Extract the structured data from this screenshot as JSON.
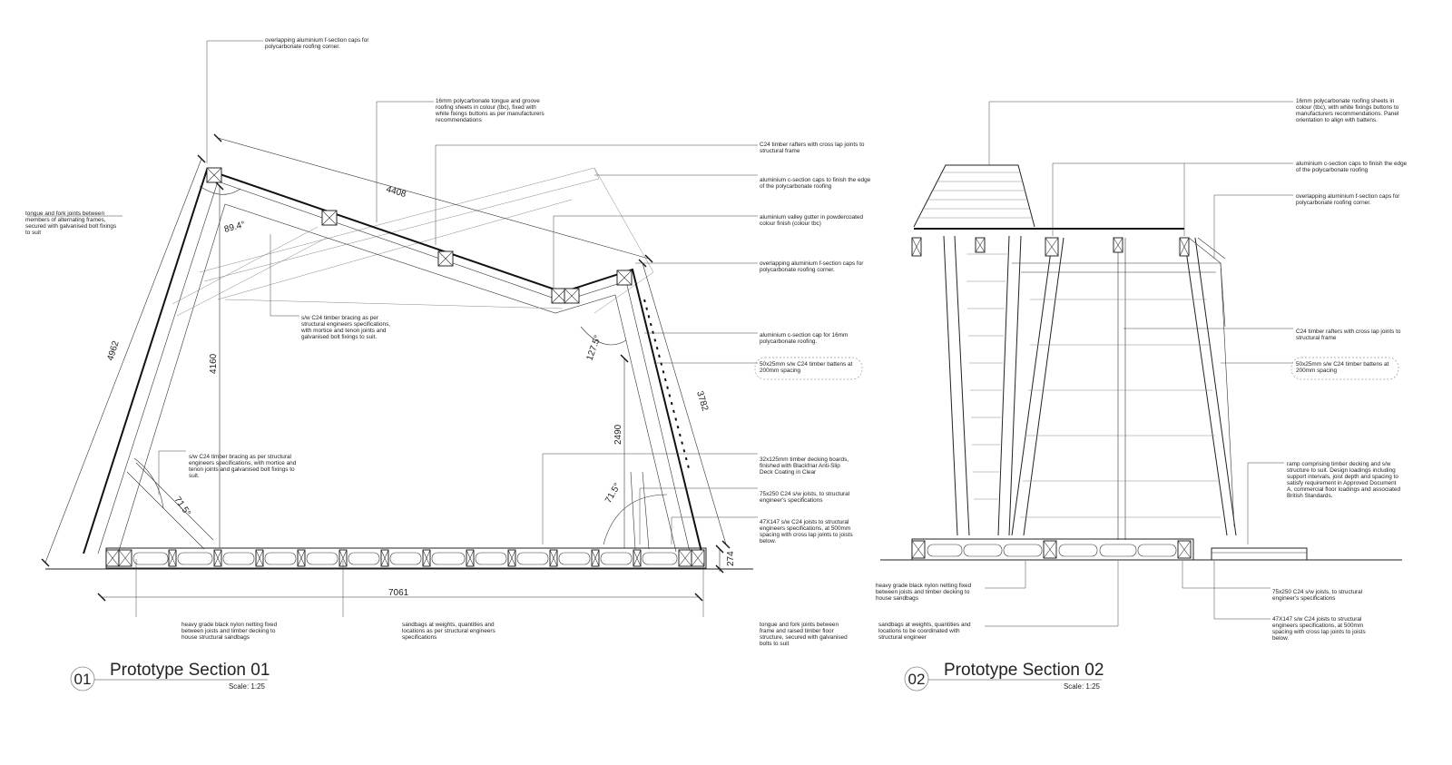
{
  "section1": {
    "number": "01",
    "title": "Prototype Section 01",
    "scale": "Scale: 1:25",
    "dimensions": {
      "top_span": "4408",
      "left_leg": "4962",
      "height_left": "4160",
      "height_right": "2490",
      "right_leg": "3782",
      "base": "7061",
      "floor": "274",
      "angle_top": "89.4°",
      "angle_valley": "127.5°",
      "angle_left": "71.5°",
      "angle_right": "71.5°"
    },
    "notes": {
      "top_caps": [
        "overlapping aluminium f-section caps for",
        "polycarbonate roofing corner."
      ],
      "roof_sheets": [
        "16mm polycarbonate tongue and groove",
        "roofing sheets in colour (tbc), fixed with",
        "white fixings buttons as per manufacturers",
        "recommendations"
      ],
      "rafters": [
        "C24 timber rafters with cross lap joints to",
        "structural frame"
      ],
      "c_caps": [
        "aluminium c-section caps to finish the edge",
        "of the polycarbonate roofing"
      ],
      "valley": [
        "aluminium valley gutter in powdercoated",
        "colour finish (colour tbc)"
      ],
      "f_caps_right": [
        "overlapping aluminium f-section caps for",
        "polycarbonate roofing corner."
      ],
      "c_cap_16": [
        "aluminium c-section cap for 16mm",
        "polycarbonate roofing."
      ],
      "battens": [
        "50x25mm s/w C24 timber battens at",
        "200mm spacing"
      ],
      "joints_left": [
        "tongue and fork joints between",
        "members of alternating frames,",
        "secured with galvanised bolt fixings",
        "to suit"
      ],
      "bracing_upper": [
        "s/w C24 timber bracing as per",
        "structural engineers specifications,",
        "with mortice and tenon joints and",
        "galvanised bolt fixings to suit."
      ],
      "bracing_lower": [
        "s/w C24 timber bracing as per structural",
        "engineers specifications, with mortice and",
        "tenon joints and galvanised bolt fixings to",
        "suit."
      ],
      "decking": [
        "32x125mm timber decking boards,",
        "finished with Blackfriar Anti-Slip",
        "Deck Coating in Clear"
      ],
      "joists_75": [
        "75x250 C24 s/w joists, to structural",
        "engineer's specifications"
      ],
      "joists_47": [
        "47X147 s/w C24 joists to structural",
        "engineers specifications, at 500mm",
        "spacing with cross lap joints to joists",
        "below."
      ],
      "netting": [
        "heavy grade black nylon netting fixed",
        "between joists and timber decking to",
        "house structural sandbags"
      ],
      "sandbags": [
        "sandbags at weights, quantities and",
        "locations as per structural engineers",
        "specifications"
      ],
      "floor_joints": [
        "tongue and fork joints between",
        "frame and raised timber floor",
        "structure, secured with galvanised",
        "bolts to suit"
      ]
    }
  },
  "section2": {
    "number": "02",
    "title": "Prototype Section 02",
    "scale": "Scale: 1:25",
    "notes": {
      "roof_sheets": [
        "16mm polycarbonate roofing sheets in",
        "colour (tbc), with white fixings buttons to",
        "manufacturers recommendations. Panel",
        "orientation to align with battens."
      ],
      "c_caps": [
        "aluminium c-section caps to finish the edge",
        "of the polycarbonate roofing"
      ],
      "f_caps": [
        "overlapping aluminium f-section caps for",
        "polycarbonate roofing corner."
      ],
      "rafters": [
        "C24 timber rafters with cross lap joints to",
        "structural frame"
      ],
      "battens": [
        "50x25mm s/w C24 timber battens at",
        "200mm spacing"
      ],
      "ramp": [
        "ramp comprising timber decking and s/w",
        "structure to suit. Design loadings including",
        "support intervals, joist depth and spacing to",
        "satisfy requirement in Approved Document",
        "A, commercial floor loadings and associated",
        "British Standards."
      ],
      "netting": [
        "heavy grade black nylon netting fixed",
        "between joists and timber decking to",
        "house sandbags"
      ],
      "sandbags": [
        "sandbags at weights, quantities and",
        "locations to be coordinated with",
        "structural engineer"
      ],
      "joists_75": [
        "75x250 C24 s/w joists, to structural",
        "engineer's specifications"
      ],
      "joists_47": [
        "47X147 s/w C24 joists to structural",
        "engineers specifications, at 500mm",
        "spacing with cross lap joints to joists",
        "below."
      ]
    }
  }
}
